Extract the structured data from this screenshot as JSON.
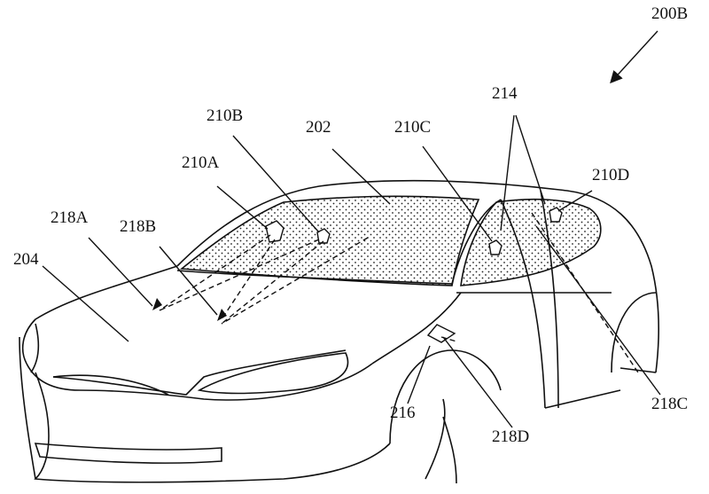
{
  "figure": {
    "id_label": "200B",
    "labels": {
      "windshield": "202",
      "hood": "204",
      "sensor_a": "210A",
      "sensor_b": "210B",
      "sensor_c": "210C",
      "sensor_d": "210D",
      "side_window_sensors": "214",
      "side_mirror": "216",
      "beam_a": "218A",
      "beam_b": "218B",
      "beam_c": "218C",
      "beam_d": "218D"
    }
  }
}
